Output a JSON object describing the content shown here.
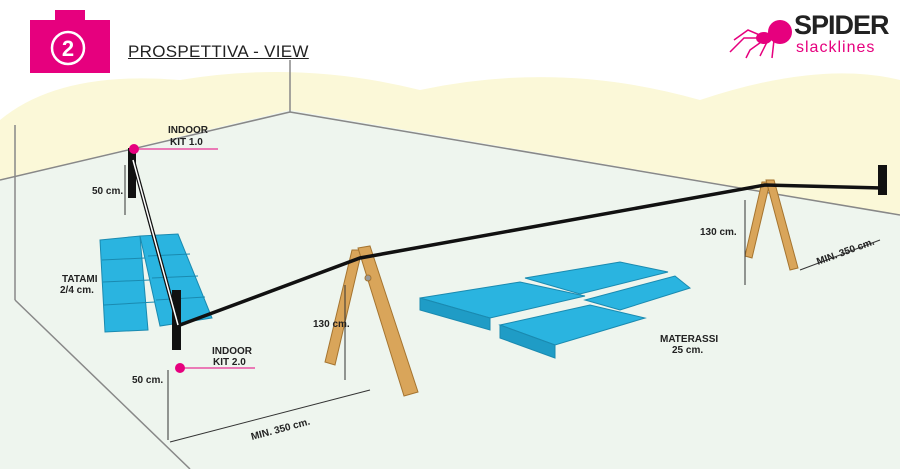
{
  "header": {
    "step_number": "2",
    "title": "PROSPETTIVA - VIEW"
  },
  "logo": {
    "brand": "SPIDER",
    "sub": "slacklines"
  },
  "labels": {
    "indoor_kit_1_line1": "INDOOR",
    "indoor_kit_1_line2": "KIT 1.0",
    "indoor_kit_2_line1": "INDOOR",
    "indoor_kit_2_line2": "KIT 2.0",
    "height_top_left": "50 cm.",
    "height_bottom_left": "50 cm.",
    "tatami_line1": "TATAMI",
    "tatami_line2": "2/4 cm.",
    "height_a_frame_1": "130 cm.",
    "height_a_frame_2": "130 cm.",
    "min_distance_front": "MIN. 350 cm.",
    "min_distance_back": "MIN. 350 cm.",
    "materassi_line1": "MATERASSI",
    "materassi_line2": "25 cm."
  },
  "colors": {
    "accent": "#e6007e",
    "mat": "#2ab4e0",
    "wood": "#d9a55a",
    "floor": "#eef5ee",
    "wall": "#fbf8d8"
  }
}
